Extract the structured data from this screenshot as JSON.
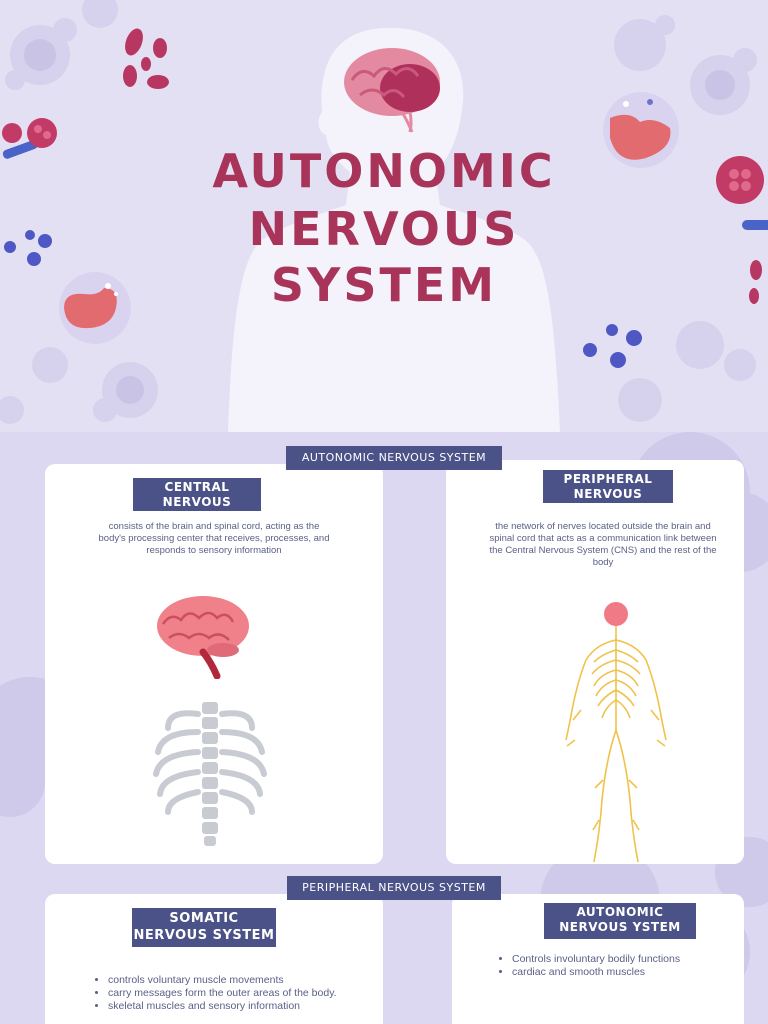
{
  "title": {
    "line1": "AUTONOMIC",
    "line2": "NERVOUS",
    "line3": "SYSTEM"
  },
  "section1": {
    "label": "AUTONOMIC NERVOUS SYSTEM",
    "left": {
      "heading_line1": "CENTRAL",
      "heading_line2": "NERVOUS SYSTEM",
      "description": "consists of the brain and spinal cord, acting as the body's processing center that receives, processes, and responds to sensory information"
    },
    "right": {
      "heading_line1": "PERIPHERAL",
      "heading_line2": "NERVOUS SYSTEM",
      "description": "the network of nerves located outside the brain and spinal cord that acts as a communication link between the Central Nervous System (CNS) and the rest of the body"
    }
  },
  "section2": {
    "label": "PERIPHERAL NERVOUS SYSTEM",
    "left": {
      "heading_line1": "SOMATIC",
      "heading_line2": "NERVOUS SYSTEM",
      "bullets": [
        "controls voluntary muscle movements",
        "carry messages form the outer areas of the body.",
        "skeletal muscles and sensory information"
      ]
    },
    "right": {
      "heading_line1": "AUTONOMIC",
      "heading_line2": "NERVOUS YSTEM",
      "bullets": [
        "Controls involuntary bodily functions",
        "cardiac and smooth muscles"
      ]
    }
  },
  "colors": {
    "title": "#a8345a",
    "pill": "#4b5288",
    "hero_bg": "#e4e0f4",
    "card": "#ffffff",
    "body_text": "#5a5f86"
  },
  "icons": [
    "brain-icon",
    "spine-ribcage-icon",
    "nervous-system-body-icon",
    "germ-icon",
    "blood-cell-icon",
    "human-silhouette"
  ]
}
